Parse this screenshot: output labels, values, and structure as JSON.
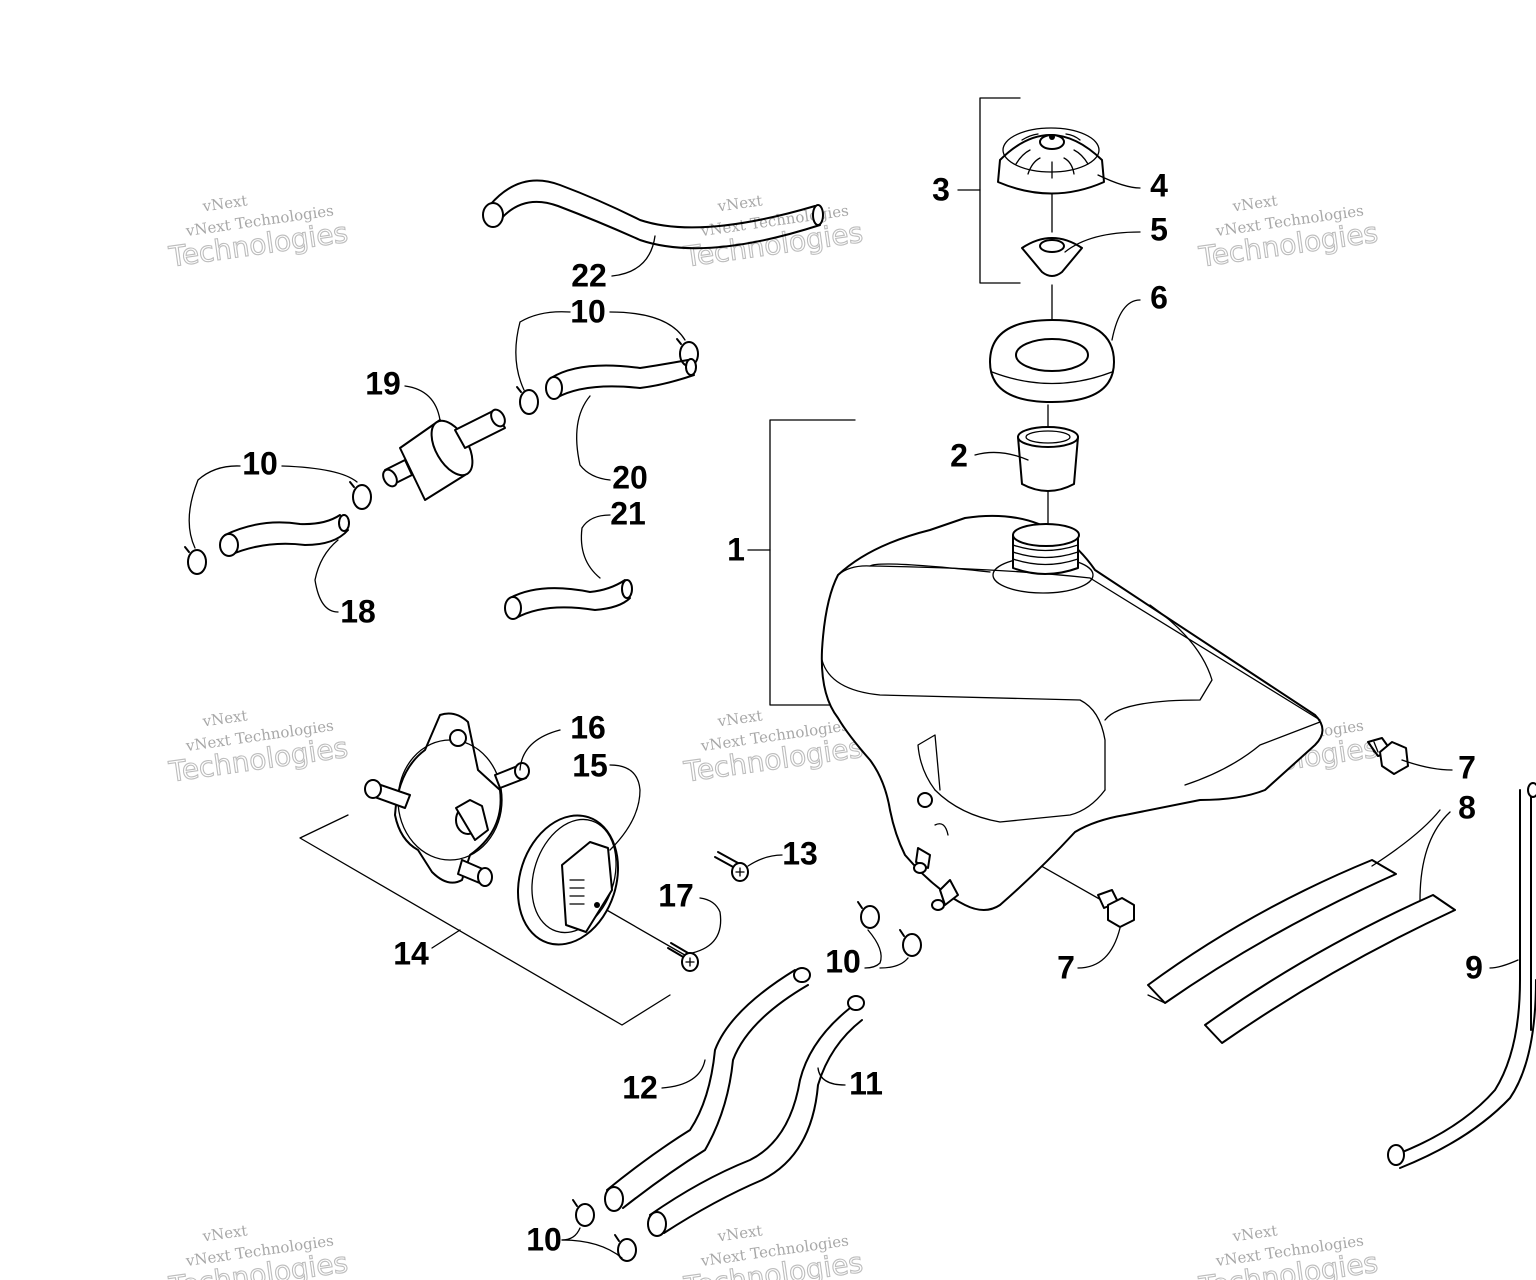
{
  "callouts": {
    "c1": "1",
    "c2": "2",
    "c3": "3",
    "c4": "4",
    "c5": "5",
    "c6": "6",
    "c7a": "7",
    "c7b": "7",
    "c8": "8",
    "c9": "9",
    "c10a": "10",
    "c10b": "10",
    "c10c": "10",
    "c10d": "10",
    "c11": "11",
    "c12": "12",
    "c13": "13",
    "c14": "14",
    "c15": "15",
    "c16": "16",
    "c17": "17",
    "c18": "18",
    "c19": "19",
    "c20": "20",
    "c21": "21",
    "c22": "22"
  },
  "watermark": {
    "line1": "vNext",
    "line2": "vNext Technologies",
    "line3": "Technologies"
  }
}
